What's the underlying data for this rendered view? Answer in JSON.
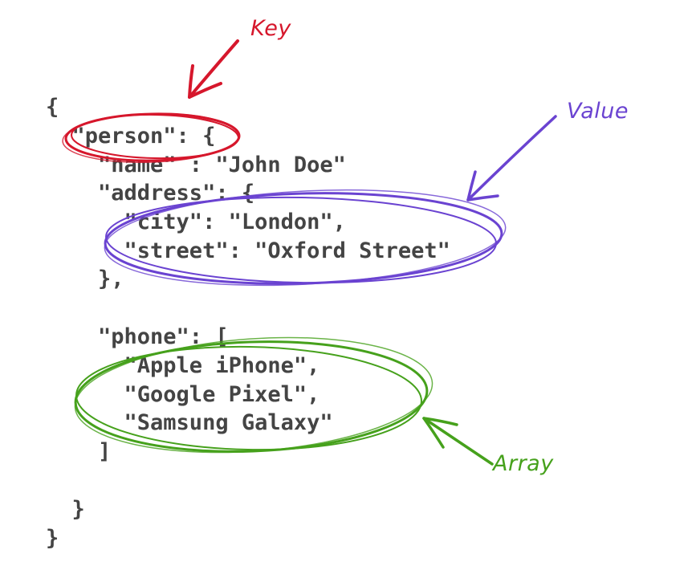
{
  "code_lines": [
    "{",
    "  \"person\": {",
    "    \"name\" : \"John Doe\"",
    "    \"address\": {",
    "      \"city\": \"London\",",
    "      \"street\": \"Oxford Street\"",
    "    },",
    "",
    "    \"phone\": [",
    "      \"Apple iPhone\",",
    "      \"Google Pixel\",",
    "      \"Samsung Galaxy\"",
    "    ]",
    "",
    "  }",
    "}"
  ],
  "annotations": {
    "key": {
      "label": "Key",
      "color": "#d6172c"
    },
    "value": {
      "label": "Value",
      "color": "#6a43d1"
    },
    "array": {
      "label": "Array",
      "color": "#46a11c"
    }
  },
  "colors": {
    "code_text": "#444444",
    "background": "#ffffff"
  }
}
